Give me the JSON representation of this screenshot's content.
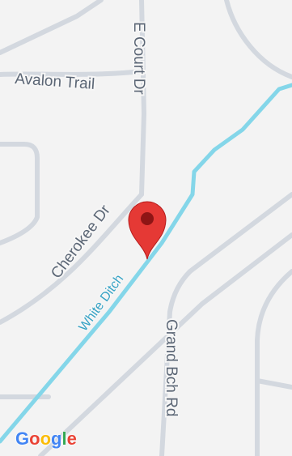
{
  "map": {
    "roads": {
      "avalon_trail": "Avalon Trail",
      "e_court_dr": "E Court Dr",
      "cherokee_dr": "Cherokee Dr",
      "grand_bch_rd": "Grand Bch Rd"
    },
    "waterway": "White Ditch",
    "marker": {
      "icon": "map-pin-icon",
      "color": "#e53935"
    },
    "colors": {
      "background": "#f3f3f3",
      "road": "#d2d7de",
      "water": "#7fd6e8"
    }
  },
  "attribution": {
    "letters": [
      {
        "ch": "G",
        "color": "#4285F4"
      },
      {
        "ch": "o",
        "color": "#EA4335"
      },
      {
        "ch": "o",
        "color": "#FBBC05"
      },
      {
        "ch": "g",
        "color": "#4285F4"
      },
      {
        "ch": "l",
        "color": "#34A853"
      },
      {
        "ch": "e",
        "color": "#EA4335"
      }
    ]
  }
}
